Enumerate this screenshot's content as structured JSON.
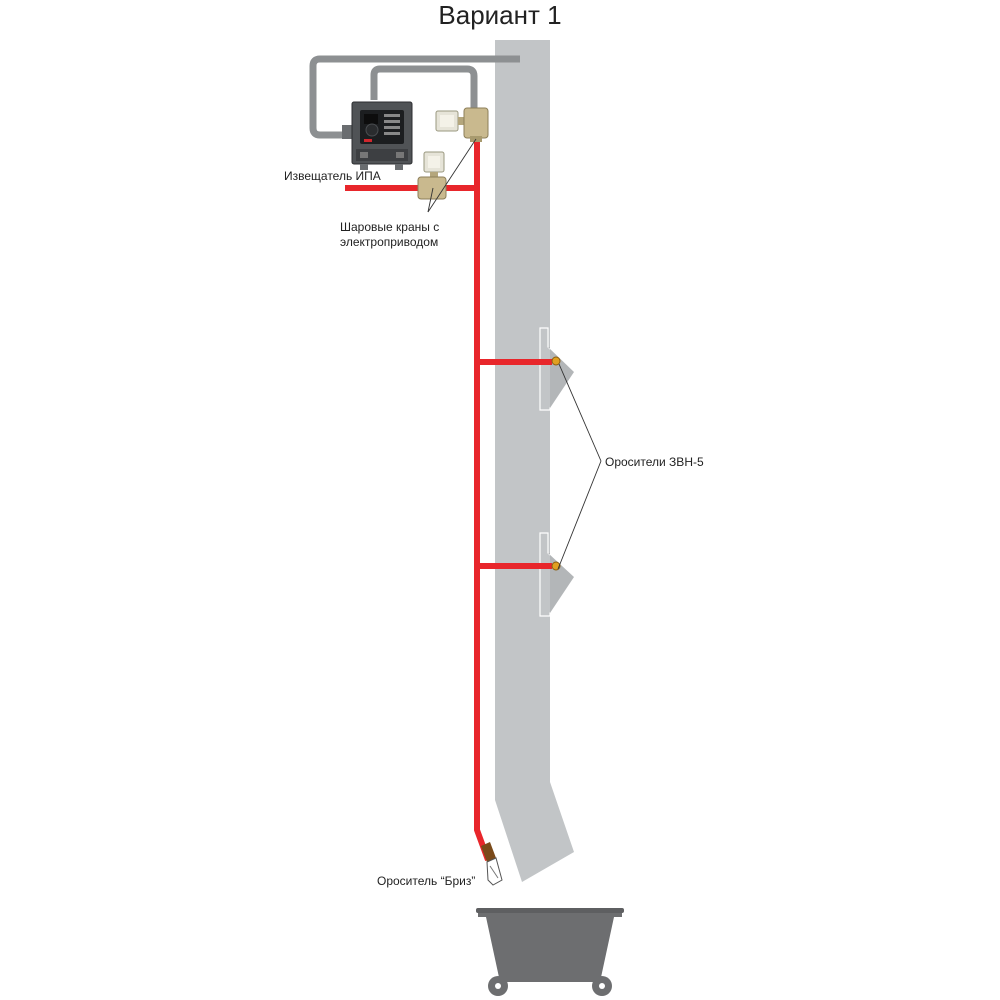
{
  "title": "Вариант 1",
  "labels": {
    "detector": "Извещатель ИПА",
    "valves_line1": "Шаровые краны с",
    "valves_line2": "электроприводом",
    "sprinklers": "Оросители ЗВН-5",
    "breeze": "Ороситель “Бриз”"
  },
  "colors": {
    "pipe": "#e8262b",
    "chute": "#c2c5c7",
    "cable": "#8d9092",
    "bin": "#6d6e70",
    "valve_body": "#c9b98e",
    "actuator": "#e6e4d8",
    "nozzle": "#e0a020",
    "panel": "#505356",
    "leader": "#333333"
  },
  "icons": [
    "control-panel-icon",
    "ball-valve-icon",
    "sprinkler-nozzle-icon",
    "waste-bin-icon"
  ]
}
